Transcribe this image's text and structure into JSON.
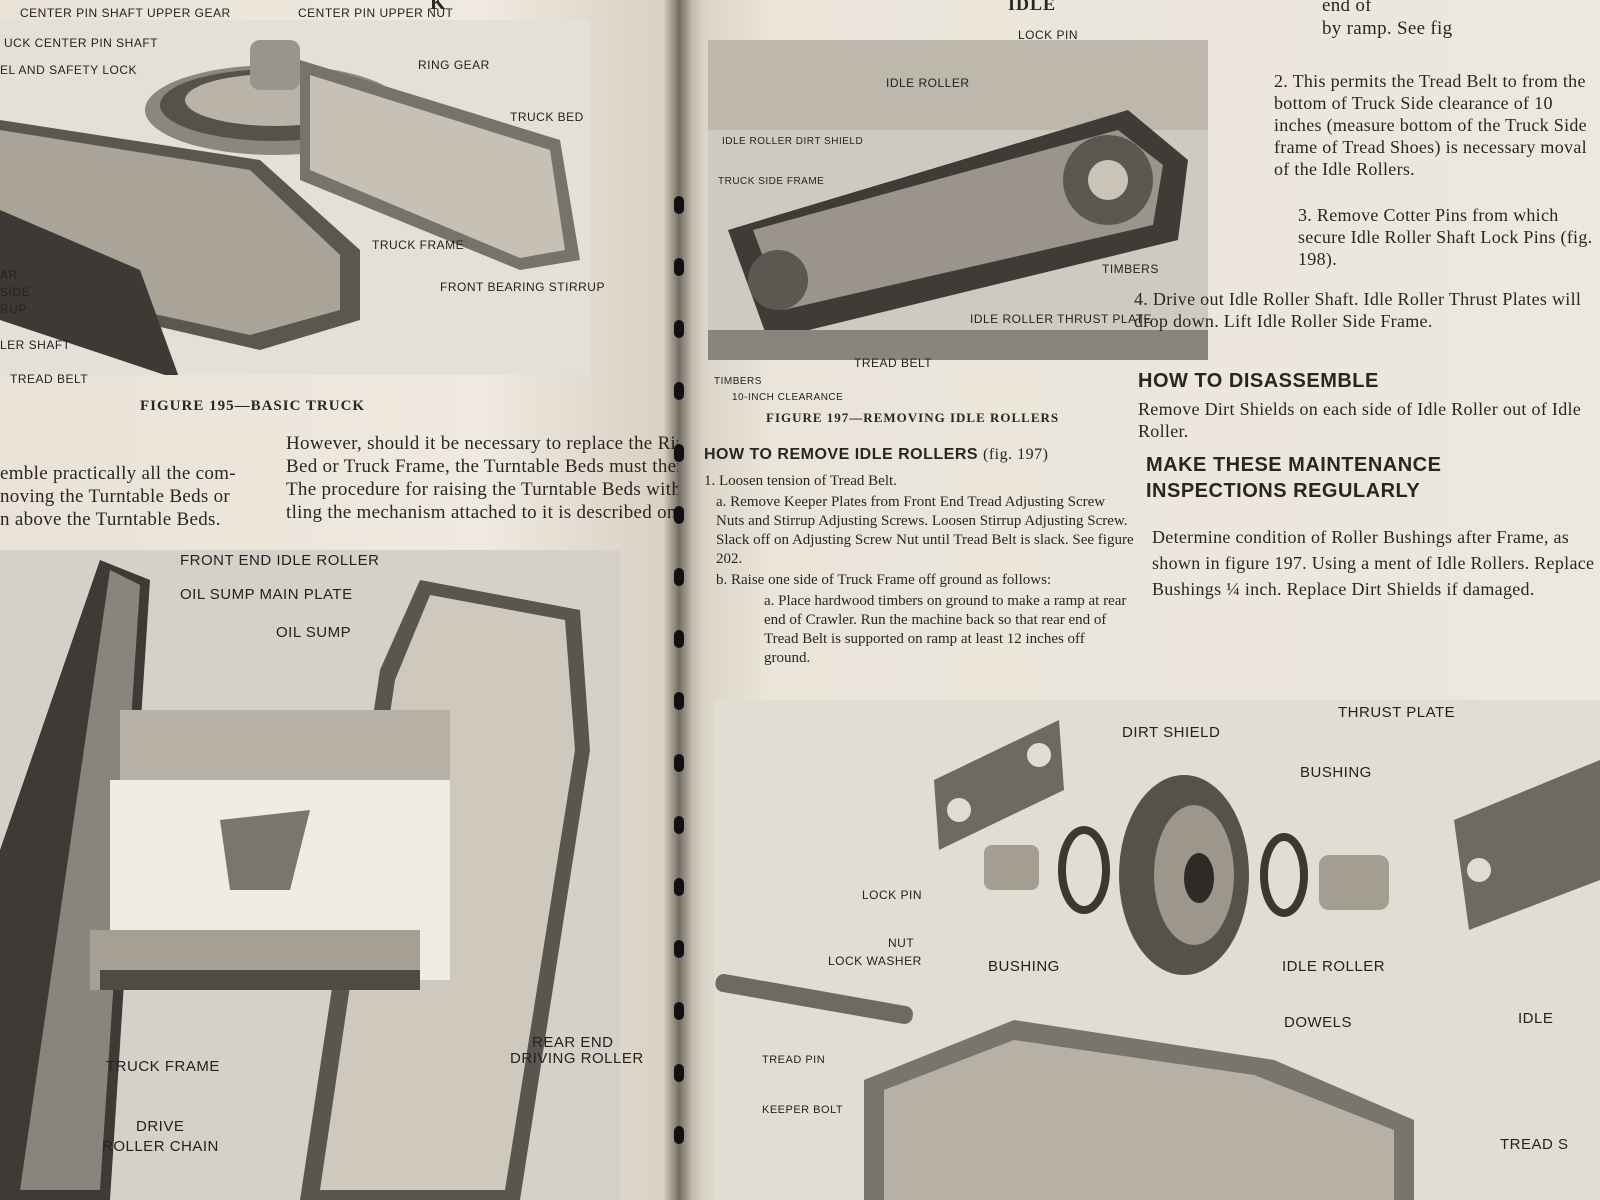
{
  "left_page": {
    "header_fragment": "K",
    "figure_top": {
      "caption": "FIGURE 195—BASIC TRUCK",
      "labels": {
        "upper_gear": "CENTER PIN SHAFT UPPER GEAR",
        "upper_nut": "CENTER PIN UPPER NUT",
        "pin_shaft": "UCK CENTER PIN SHAFT",
        "safety_lock": "EL AND SAFETY LOCK",
        "ring_gear": "RING GEAR",
        "truck_bed": "TRUCK BED",
        "truck_frame": "TRUCK FRAME",
        "front_stirrup": "FRONT BEARING STIRRUP",
        "ar": "AR",
        "side": "SIDE",
        "rup": "RUP",
        "ler_shaft": "LER SHAFT",
        "tread_belt": "TREAD BELT"
      }
    },
    "text_left": [
      "emble practically all the com-",
      "noving the Turntable Beds or",
      "n above the Turntable Beds."
    ],
    "text_right": [
      "However, should it be necessary to replace the Ring Gear,",
      "Bed or Truck Frame, the Turntable Beds must then",
      "The procedure for raising the Turntable Beds without",
      "tling the mechanism attached to it is described on page"
    ],
    "figure_bottom": {
      "labels": {
        "front_idle": "FRONT END IDLE ROLLER",
        "oil_main": "OIL SUMP MAIN PLATE",
        "oil_sump": "OIL SUMP",
        "truck_frame": "TRUCK FRAME",
        "rear_end": "REAR END",
        "driving_roller": "DRIVING ROLLER",
        "drive": "DRIVE",
        "roller_chain": "ROLLER CHAIN"
      }
    }
  },
  "right_page": {
    "header_fragment": "IDLE",
    "figure_197": {
      "caption": "FIGURE 197—REMOVING IDLE ROLLERS",
      "labels": {
        "lock_pin": "LOCK PIN",
        "idle_roller": "IDLE ROLLER",
        "dirt_shield": "IDLE ROLLER DIRT SHIELD",
        "side_frame": "TRUCK SIDE FRAME",
        "timbers_right": "TIMBERS",
        "thrust_plate": "IDLE ROLLER THRUST PLATE",
        "tread_belt": "TREAD BELT",
        "timbers_left": "TIMBERS",
        "clearance": "10-INCH CLEARANCE"
      }
    },
    "remove_section": {
      "heading": "HOW TO REMOVE IDLE ROLLERS",
      "heading_ref": "(fig. 197)",
      "steps": [
        "1. Loosen tension of Tread Belt.",
        "a. Remove Keeper Plates from Front End Tread Adjusting Screw Nuts and Stirrup Adjusting Screws. Loosen Stirrup Adjusting Screw. Slack off on Adjusting Screw Nut until Tread Belt is slack. See figure 202.",
        "b. Raise one side of Truck Frame off ground as follows:",
        "a. Place hardwood timbers on ground to make a ramp at rear end of Crawler. Run the machine back so that rear end of Tread Belt is supported on ramp at least 12 inches off ground."
      ]
    },
    "column_right": {
      "top_lines": [
        "end of",
        "by ramp. See fig"
      ],
      "para2": "2. This permits the Tread Belt to from the bottom of Truck Side clearance of 10 inches (measure bottom of the Truck Side frame of Tread Shoes) is necessary moval of the Idle Rollers.",
      "para3": "3. Remove Cotter Pins from which secure Idle Roller Shaft Lock Pins (fig. 198).",
      "para4": "4. Drive out Idle Roller Shaft. Idle Roller Thrust Plates will drop down. Lift Idle Roller Side Frame.",
      "disassemble_heading": "HOW TO DISASSEMBLE",
      "disassemble_text": "Remove Dirt Shields on each side of Idle Roller out of Idle Roller.",
      "maintenance_heading_1": "MAKE THESE MAINTENANCE",
      "maintenance_heading_2": "INSPECTIONS REGULARLY",
      "maintenance_text": "Determine condition of Roller Bushings after Frame, as shown in figure 197. Using a ment of Idle Rollers. Replace Bushings ¼ inch. Replace Dirt Shields if damaged."
    },
    "exploded_figure": {
      "labels": {
        "dirt_shield": "DIRT SHIELD",
        "thrust_plate": "THRUST PLATE",
        "bushing_top": "BUSHING",
        "lock_pin": "LOCK PIN",
        "bushing_bottom": "BUSHING",
        "idle_roller": "IDLE ROLLER",
        "nut": "NUT",
        "lock_washer": "LOCK WASHER",
        "dowels": "DOWELS",
        "idle_fragment": "IDLE",
        "tread_pin": "TREAD PIN",
        "keeper_bolt": "KEEPER BOLT",
        "tread_fragment": "TREAD S"
      }
    }
  }
}
